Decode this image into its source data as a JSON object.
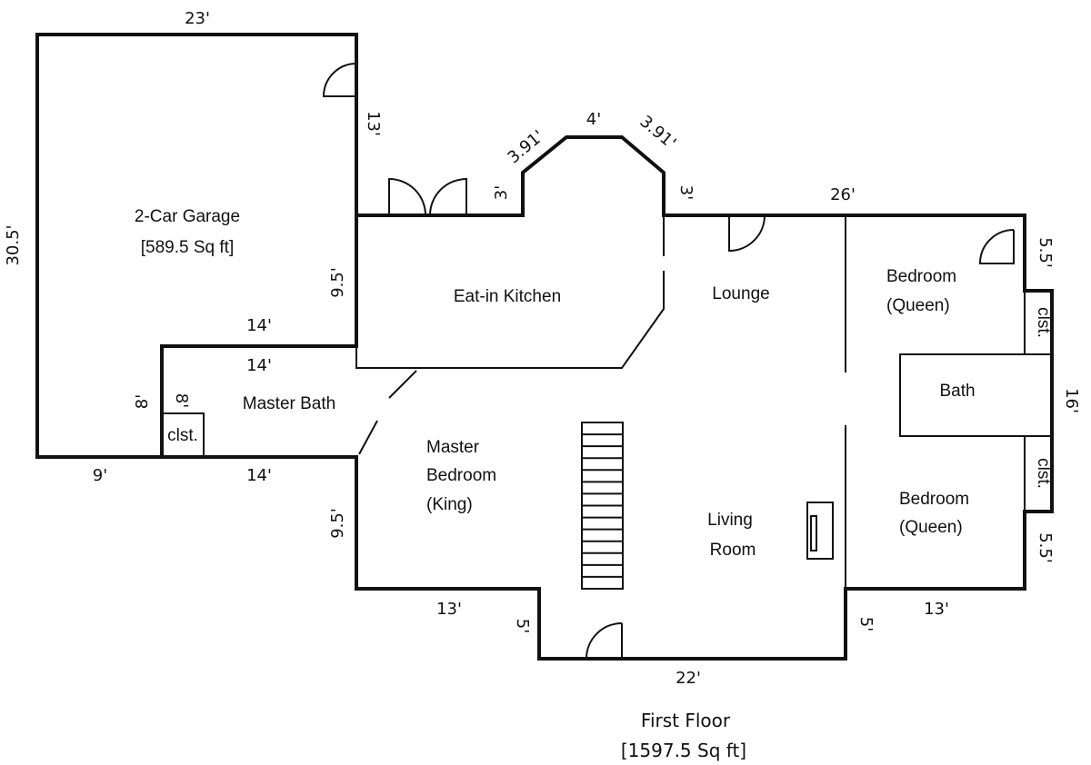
{
  "rooms": {
    "garage_name": "2-Car Garage",
    "garage_area": "[589.5 Sq ft]",
    "kitchen": "Eat-in Kitchen",
    "lounge": "Lounge",
    "master_bath": "Master Bath",
    "master_bed_1": "Master",
    "master_bed_2": "Bedroom",
    "master_bed_3": "(King)",
    "living_1": "Living",
    "living_2": "Room",
    "bed_top_1": "Bedroom",
    "bed_top_2": "(Queen)",
    "bath": "Bath",
    "bed_bottom_1": "Bedroom",
    "bed_bottom_2": "(Queen)",
    "closet_top": "clst.",
    "closet_bottom": "clst.",
    "closet_master": "clst."
  },
  "dimensions": {
    "garage_top": "23'",
    "garage_left": "30.5'",
    "garage_right": "13'",
    "garage_kitchen_wall": "9.5'",
    "garage_bath_top": "14'",
    "bath_top": "14'",
    "bath_left": "8'",
    "closet_side": "8'",
    "garage_bottom": "9'",
    "bath_bottom": "14'",
    "bay_left": "3.91'",
    "bay_top": "4'",
    "bay_right": "3.91'",
    "bay_left_side": "3'",
    "bay_right_side": "3'",
    "right_top": "26'",
    "right_top_side": "5.5'",
    "right_middle": "16'",
    "right_bottom_side": "5.5'",
    "master_left": "9.5'",
    "bottom_left": "13'",
    "bottom_left_step": "5'",
    "bottom": "22'",
    "bottom_right_step": "5'",
    "bottom_right": "13'"
  },
  "footer": {
    "title": "First Floor",
    "area": "[1597.5 Sq ft]"
  }
}
